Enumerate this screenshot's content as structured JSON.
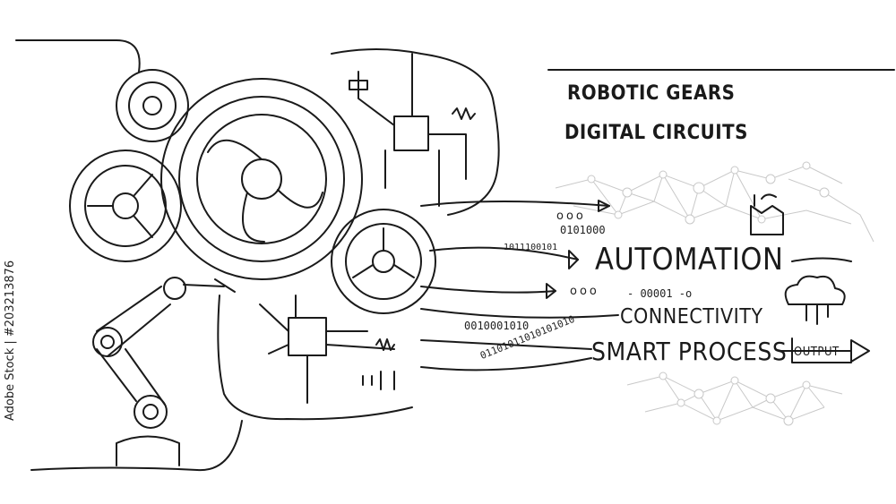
{
  "labels": {
    "robotic_gears": "ROBOTIC GEARS",
    "digital_circuits": "DIGITAL CIRCUITS",
    "automation": "AUTOMATION",
    "connectivity": "CONNECTIVITY",
    "smart_process": "SMART PROCESS",
    "output": "OUTPUT"
  },
  "binary": {
    "b1": "1011100101",
    "b2": "0101000",
    "b3": "0010001010",
    "b4": "- 00001 -o",
    "b5": "01101011010101010"
  },
  "dots": {
    "o1": "ooo",
    "o2": "ooo"
  },
  "watermark": "Adobe Stock | #203213876",
  "colors": {
    "line": "#1a1a1a",
    "network": "#c8c8c8"
  }
}
